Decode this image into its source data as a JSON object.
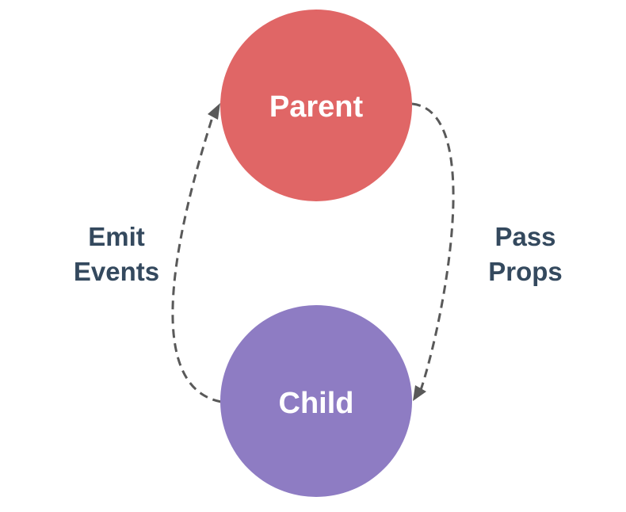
{
  "nodes": {
    "parent": {
      "label": "Parent",
      "color": "#e06666"
    },
    "child": {
      "label": "Child",
      "color": "#8e7cc3"
    }
  },
  "edges": {
    "emit": {
      "line1": "Emit",
      "line2": "Events"
    },
    "pass": {
      "line1": "Pass",
      "line2": "Props"
    }
  },
  "colors": {
    "label_text": "#34495e",
    "arrow": "#595959"
  }
}
